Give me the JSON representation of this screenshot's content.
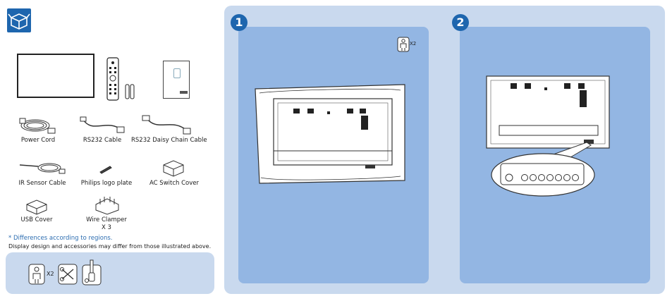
{
  "accessories": {
    "items": [
      {
        "label": "Power Cord"
      },
      {
        "label": "RS232 Cable"
      },
      {
        "label": "RS232 Daisy Chain Cable"
      },
      {
        "label": "IR Sensor Cable"
      },
      {
        "label": "Philips logo plate"
      },
      {
        "label": "AC Switch Cover"
      },
      {
        "label": "USB Cover"
      },
      {
        "label": "Wire Clamper"
      }
    ],
    "wire_clamper_qty": "X 3",
    "note_regions": "* Differences according to regions.",
    "note_disclaimer": "Display design and accessories may differ from those illustrated above."
  },
  "tools": {
    "persons_qty": "X2"
  },
  "steps": [
    {
      "number": "1",
      "persons_qty": "X2"
    },
    {
      "number": "2"
    }
  ],
  "colors": {
    "accent": "#1e66ae",
    "panel_bg": "#c9d9ee",
    "panel_inner": "#93b6e3",
    "note_blue": "#2b6cb0"
  }
}
